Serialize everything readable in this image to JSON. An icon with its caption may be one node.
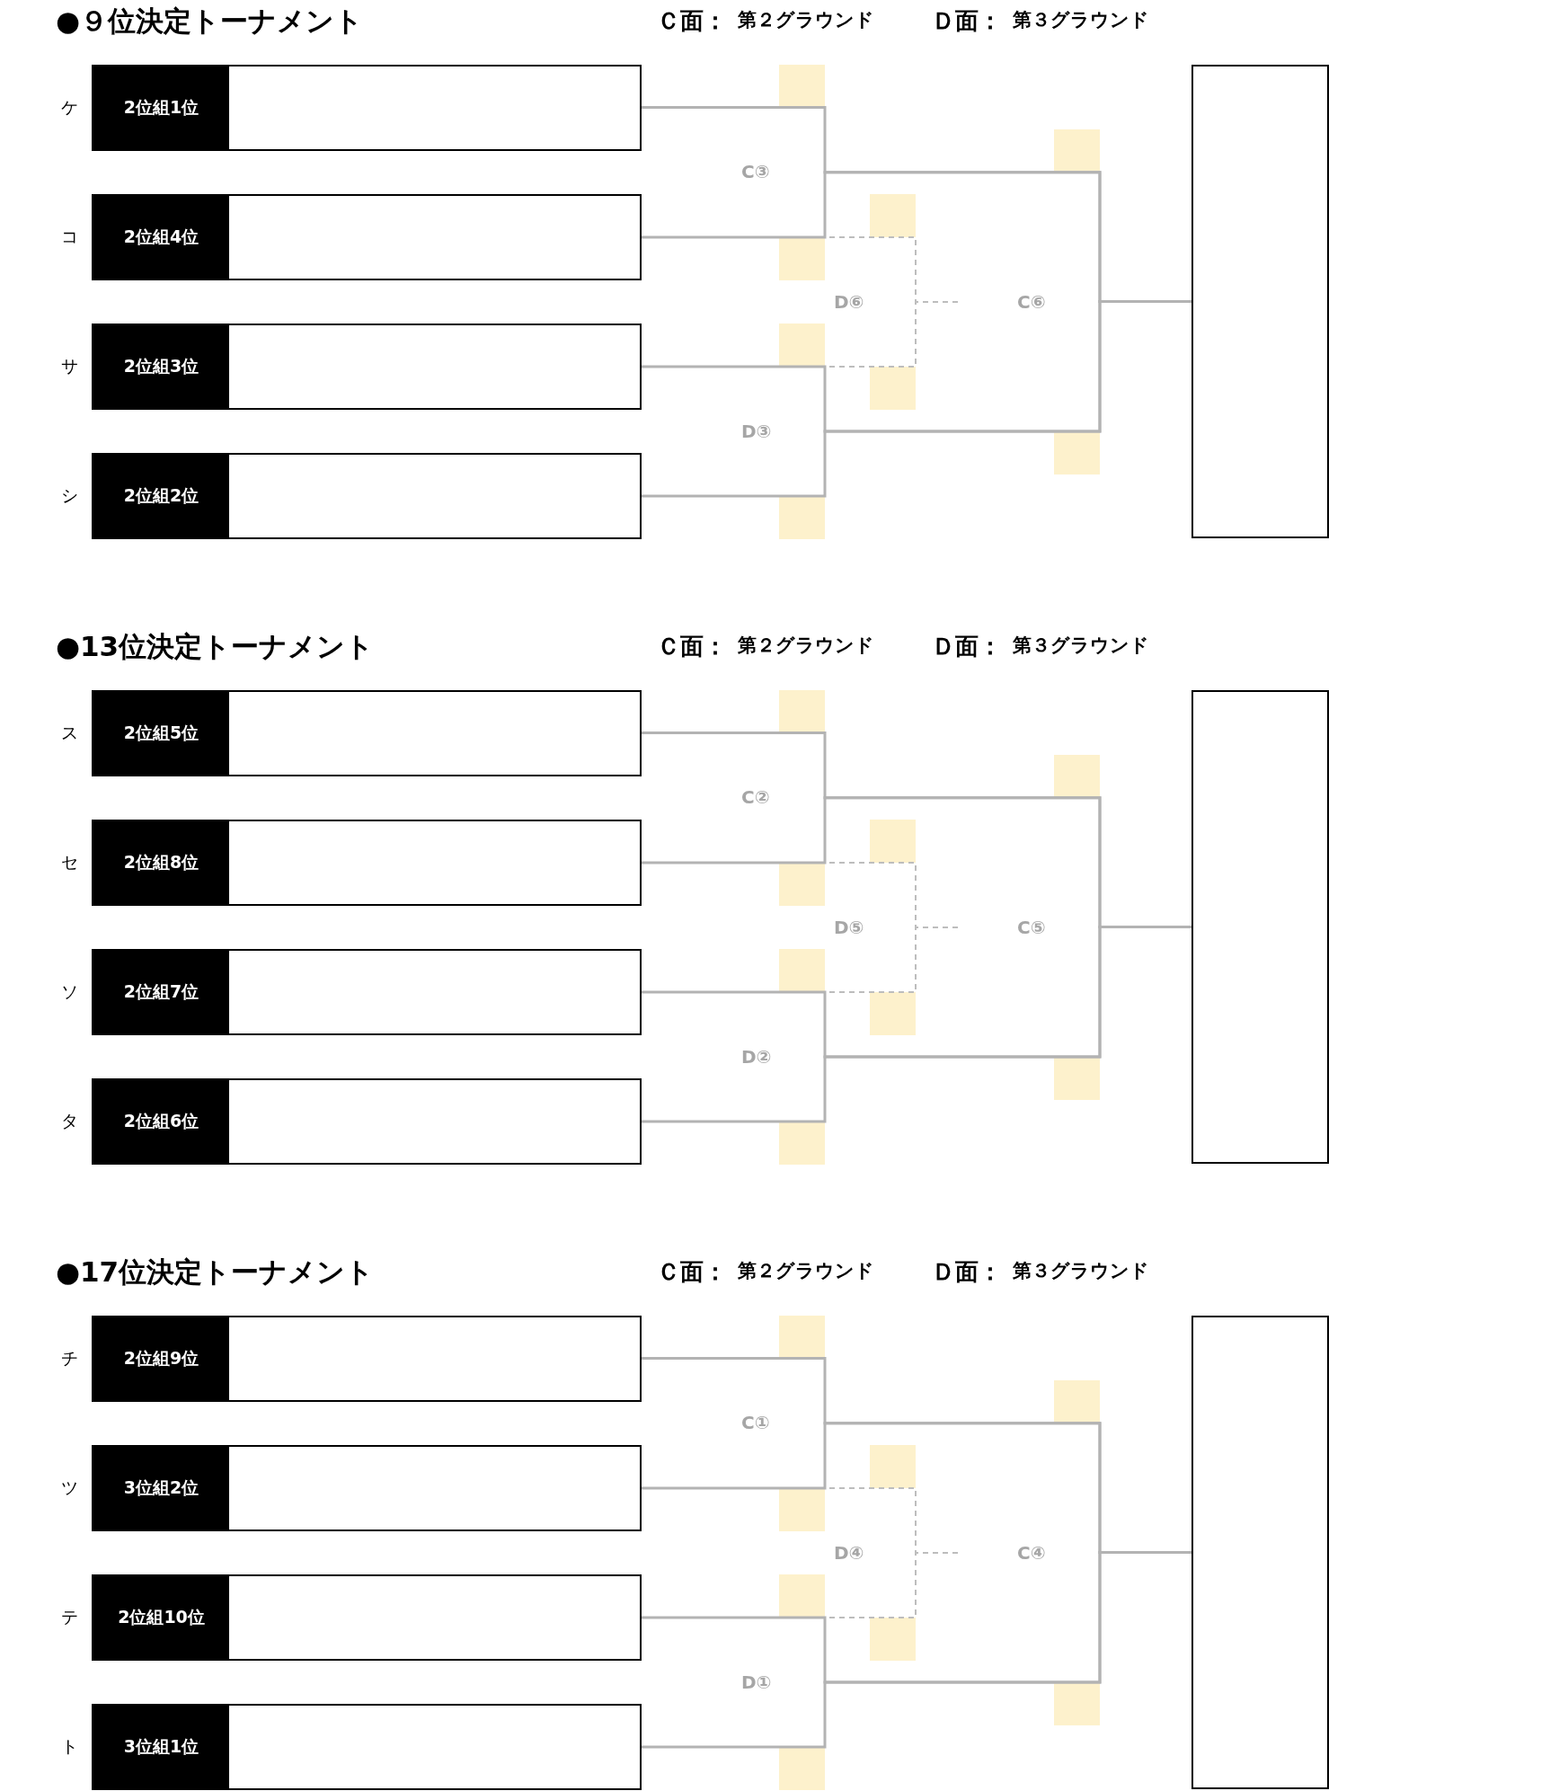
{
  "diagram": {
    "nodes": [
      {
        "text": [
          "2位組1位"
        ],
        "beside": [
          "ケ"
        ]
      },
      {
        "text": [
          "2位組4位"
        ],
        "beside": [
          "コ"
        ]
      },
      {
        "text": [
          "2位組3位"
        ],
        "beside": [
          "サ"
        ]
      },
      {
        "text": [
          "2位組2位"
        ],
        "beside": [
          "シ"
        ]
      },
      {
        "text": [],
        "shape": "box"
      },
      {
        "text": [
          "2位組5位"
        ],
        "beside": [
          "ス"
        ]
      },
      {
        "text": [
          "2位組8位"
        ],
        "beside": [
          "セ"
        ]
      },
      {
        "text": [
          "2位組7位"
        ],
        "beside": [
          "ソ"
        ]
      },
      {
        "text": [
          "2位組6位"
        ],
        "beside": [
          "タ"
        ]
      },
      {
        "text": [],
        "shape": "box"
      },
      {
        "text": [
          "2位組9位"
        ],
        "beside": [
          "チ"
        ]
      },
      {
        "text": [
          "3位組2位"
        ],
        "beside": [
          "ツ"
        ]
      },
      {
        "text": [
          "2位組10位"
        ],
        "beside": [
          "テ"
        ]
      },
      {
        "text": [
          "3位組1位"
        ],
        "beside": [
          "ト"
        ]
      },
      {
        "text": [],
        "shape": "box"
      }
    ],
    "edges": [
      {
        "from": 0,
        "to": 4,
        "arrow": "none"
      },
      {
        "from": 1,
        "to": 4,
        "arrow": "none"
      },
      {
        "from": 2,
        "to": 4,
        "arrow": "none"
      },
      {
        "from": 3,
        "to": 4,
        "arrow": "none"
      },
      {
        "from": 1,
        "to": null,
        "arrow": "none",
        "style": "dashed"
      },
      {
        "from": 2,
        "to": null,
        "arrow": "none",
        "style": "dashed"
      },
      {
        "from": 5,
        "to": 9,
        "arrow": "none"
      },
      {
        "from": 6,
        "to": 9,
        "arrow": "none"
      },
      {
        "from": 7,
        "to": 9,
        "arrow": "none"
      },
      {
        "from": 8,
        "to": 9,
        "arrow": "none"
      },
      {
        "from": 6,
        "to": null,
        "arrow": "none",
        "style": "dashed"
      },
      {
        "from": 7,
        "to": null,
        "arrow": "none",
        "style": "dashed"
      },
      {
        "from": 10,
        "to": 14,
        "arrow": "none"
      },
      {
        "from": 11,
        "to": 14,
        "arrow": "none"
      },
      {
        "from": 12,
        "to": 14,
        "arrow": "none"
      },
      {
        "from": 13,
        "to": 14,
        "arrow": "none"
      },
      {
        "from": 11,
        "to": null,
        "arrow": "none",
        "style": "dashed"
      },
      {
        "from": 12,
        "to": null,
        "arrow": "none",
        "style": "dashed"
      }
    ],
    "labels": [
      "●９位決定トーナメント",
      "Ｃ面：",
      "第２グラウンド",
      "Ｄ面：",
      "第３グラウンド",
      "C③",
      "D⑥",
      "C⑥",
      "D③",
      "●13位決定トーナメント",
      "Ｃ面：",
      "第２グラウンド",
      "Ｄ面：",
      "第３グラウンド",
      "C②",
      "D⑤",
      "C⑤",
      "D②",
      "●17位決定トーナメント",
      "Ｃ面：",
      "第２グラウンド",
      "Ｄ面：",
      "第３グラウンド",
      "C①",
      "D④",
      "C④",
      "D①"
    ]
  }
}
